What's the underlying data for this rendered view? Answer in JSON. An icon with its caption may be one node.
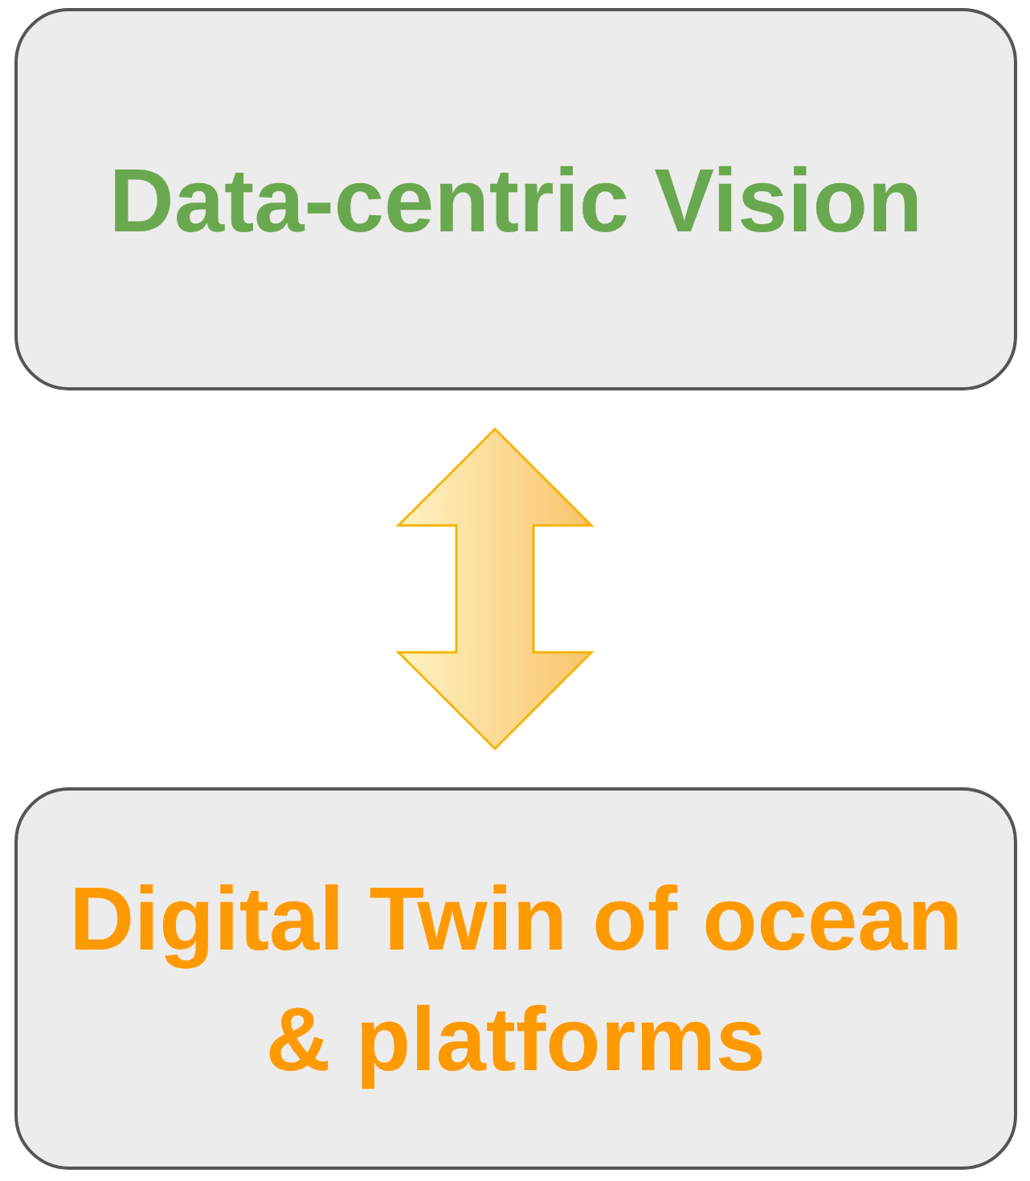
{
  "diagram": {
    "nodes": [
      {
        "text": [
          "Data-centric Vision"
        ]
      },
      {
        "text": [
          "Digital Twin of ocean & platforms"
        ]
      }
    ],
    "edges": [
      {
        "from": 0,
        "to": 1,
        "arrow": "both",
        "style": "thick"
      }
    ]
  }
}
